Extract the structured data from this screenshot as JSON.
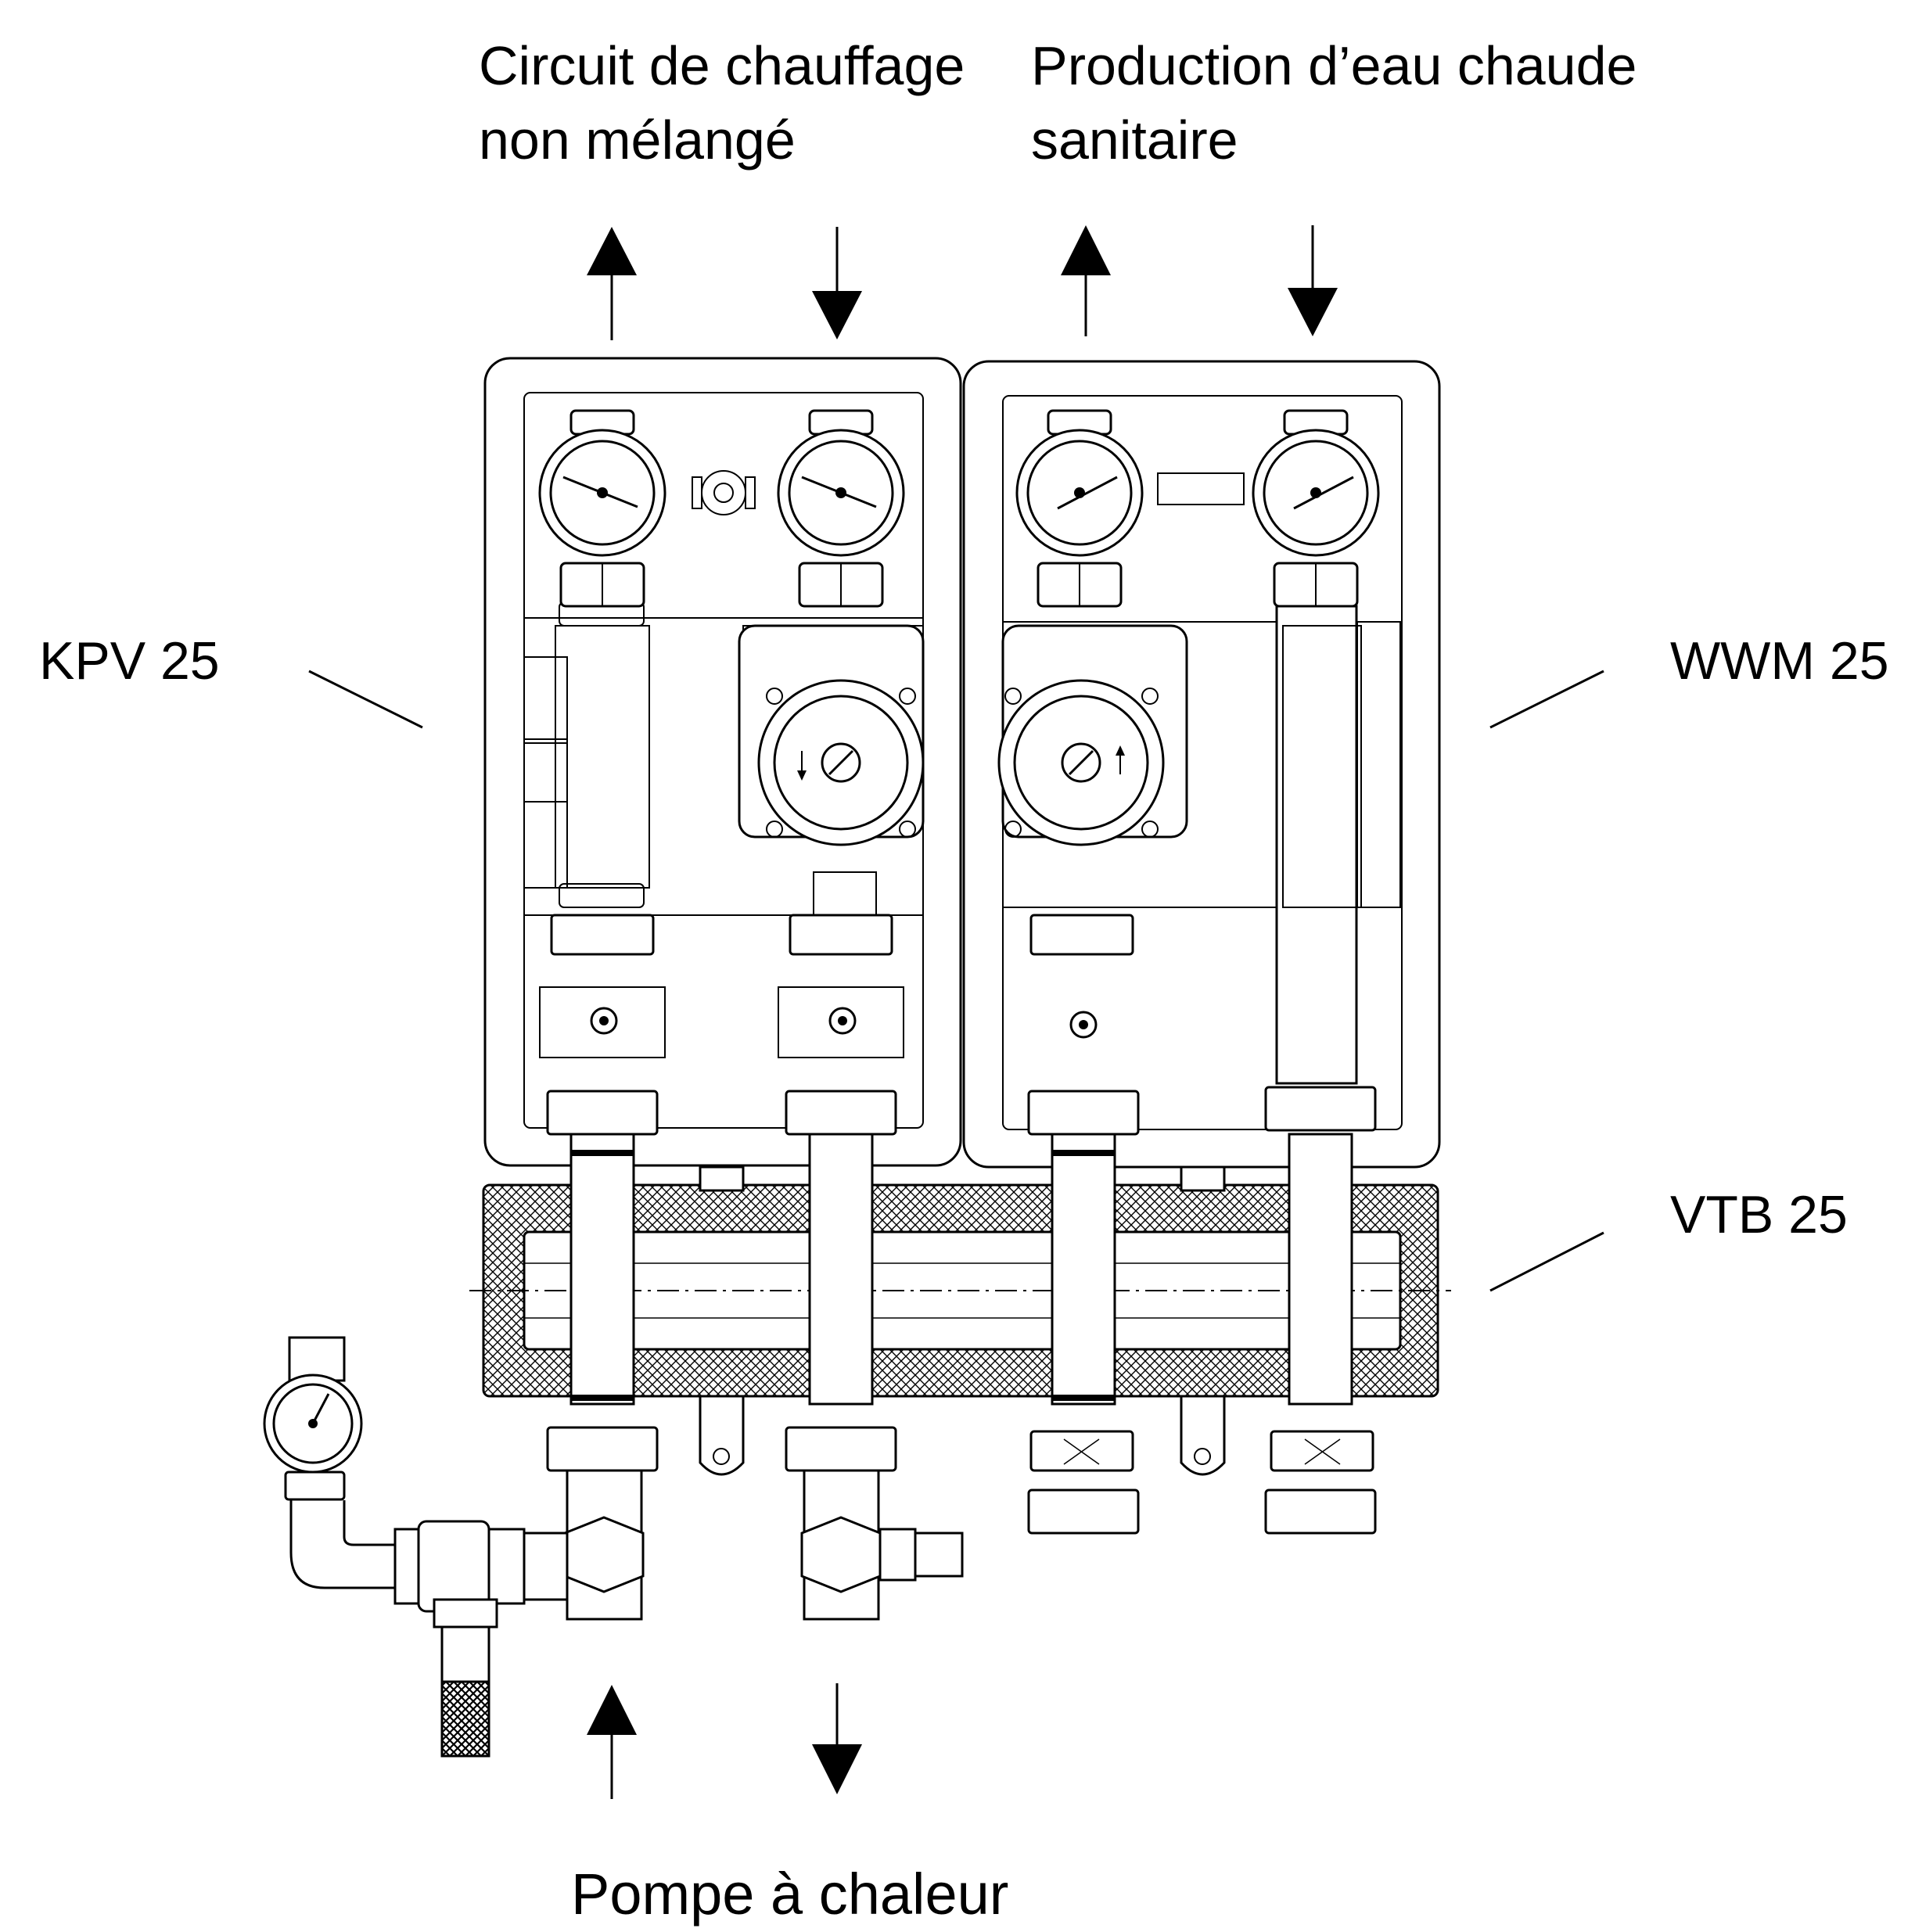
{
  "labels": {
    "heating_circuit": [
      "Circuit de chauffage",
      "non mélangé"
    ],
    "hot_water": [
      "Production d’eau chaude",
      "sanitaire"
    ],
    "heat_pump": "Pompe à chaleur",
    "kpv": "KPV 25",
    "wwm": "WWM 25",
    "vtb": "VTB 25"
  },
  "colors": {
    "line": "#000000",
    "background": "#ffffff"
  }
}
